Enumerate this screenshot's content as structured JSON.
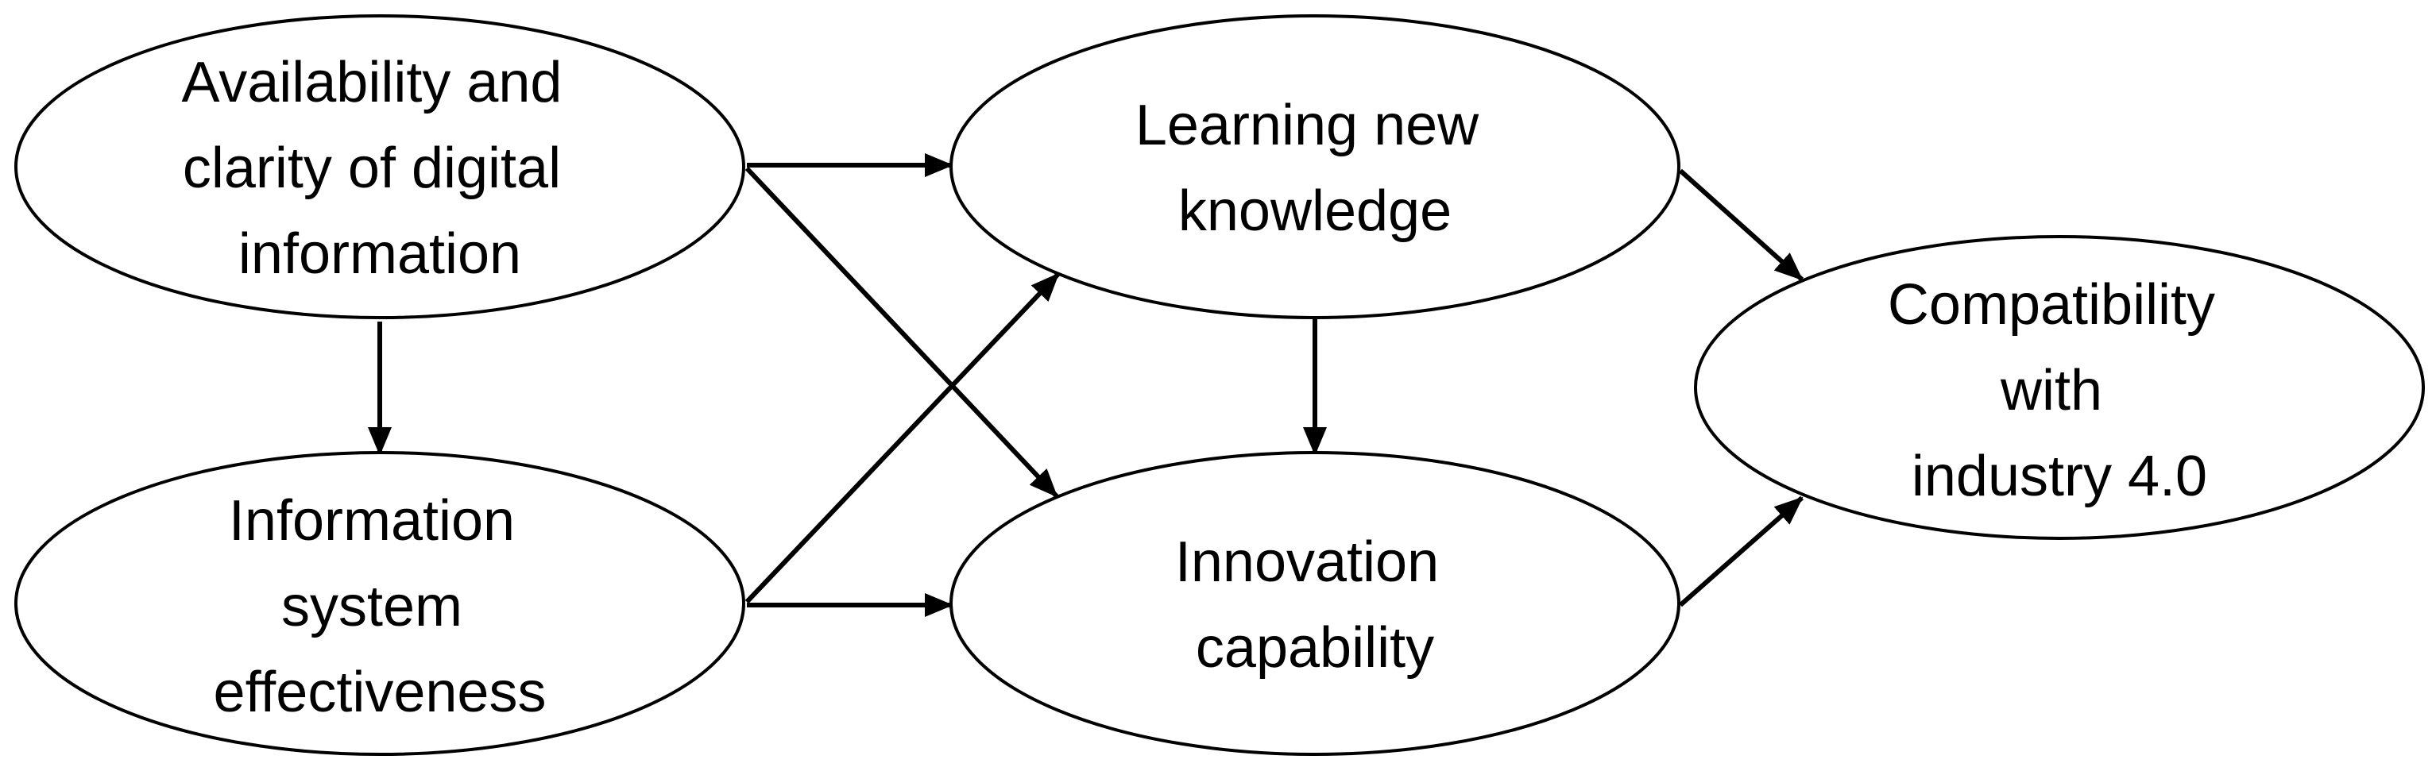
{
  "nodes": [
    {
      "id": "availability",
      "lines": [
        "Availability and",
        "clarity of digital",
        "information"
      ]
    },
    {
      "id": "is_effectiveness",
      "lines": [
        "Information",
        "system",
        "effectiveness"
      ]
    },
    {
      "id": "learning",
      "lines": [
        "Learning new",
        "knowledge"
      ]
    },
    {
      "id": "innovation",
      "lines": [
        "Innovation",
        "capability"
      ]
    },
    {
      "id": "compatibility",
      "lines": [
        "Compatibility",
        "with",
        "industry 4.0"
      ]
    }
  ],
  "edges": [
    {
      "from": "availability",
      "to": "learning"
    },
    {
      "from": "availability",
      "to": "innovation"
    },
    {
      "from": "availability",
      "to": "is_effectiveness"
    },
    {
      "from": "is_effectiveness",
      "to": "learning"
    },
    {
      "from": "is_effectiveness",
      "to": "innovation"
    },
    {
      "from": "learning",
      "to": "innovation"
    },
    {
      "from": "learning",
      "to": "compatibility"
    },
    {
      "from": "innovation",
      "to": "compatibility"
    }
  ],
  "colors": {
    "stroke": "#000000",
    "fill": "#ffffff"
  }
}
